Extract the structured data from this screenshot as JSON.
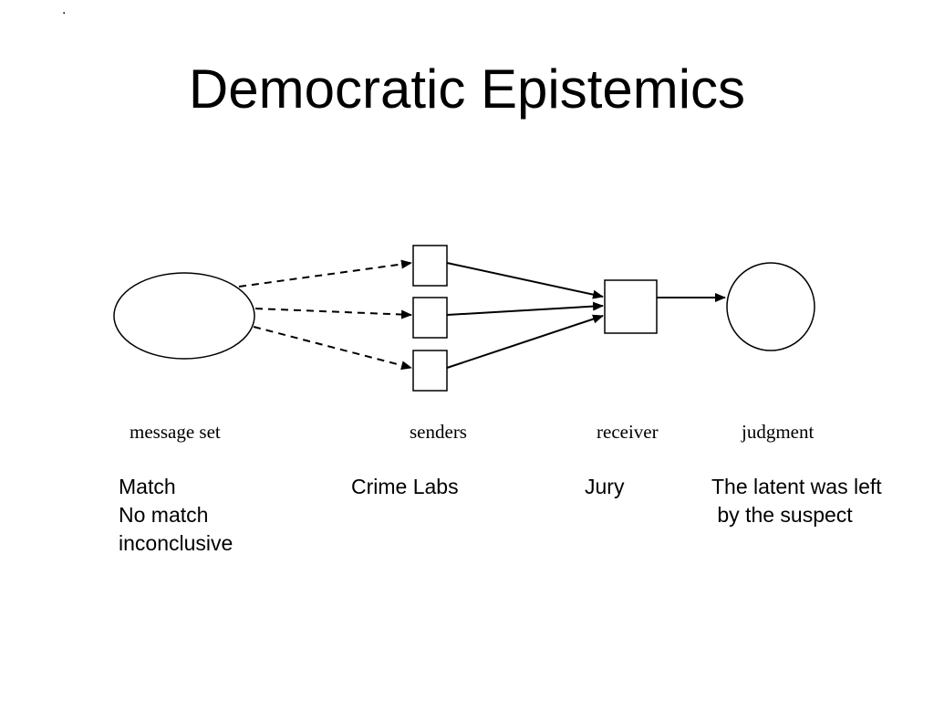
{
  "slide": {
    "marker": ".",
    "title": "Democratic Epistemics"
  },
  "diagram": {
    "labels": {
      "message_set": "message set",
      "senders": "senders",
      "receiver": "receiver",
      "judgment": "judgment"
    },
    "examples": {
      "message_set": [
        "Match",
        "No match",
        "inconclusive"
      ],
      "senders": [
        "Crime Labs"
      ],
      "receiver": [
        "Jury"
      ],
      "judgment": [
        "The latent was left",
        " by the suspect"
      ]
    }
  }
}
